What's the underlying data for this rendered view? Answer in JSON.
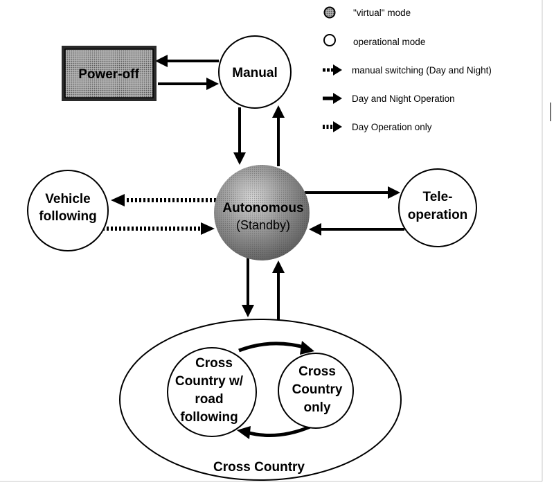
{
  "legend": {
    "virtual_mode": "\"virtual\" mode",
    "operational_mode": "operational mode",
    "manual_switching": "manual switching (Day and Night)",
    "day_night_operation": "Day and Night Operation",
    "day_only": "Day Operation only"
  },
  "nodes": {
    "power_off": "Power-off",
    "manual": "Manual",
    "autonomous_line1": "Autonomous",
    "autonomous_line2": "(Standby)",
    "vehicle_following_line1": "Vehicle",
    "vehicle_following_line2": "following",
    "teleoperation_line1": "Tele-",
    "teleoperation_line2": "operation",
    "cc_road_line1": "Cross",
    "cc_road_line2": "Country w/",
    "cc_road_line3": "road",
    "cc_road_line4": "following",
    "cc_only_line1": "Cross",
    "cc_only_line2": "Country",
    "cc_only_line3": "only",
    "cross_country": "Cross Country"
  },
  "colors": {
    "line": "#000000",
    "power_off_fill": "#9a9a9a",
    "virtual_fill": "#8c8c8c"
  }
}
